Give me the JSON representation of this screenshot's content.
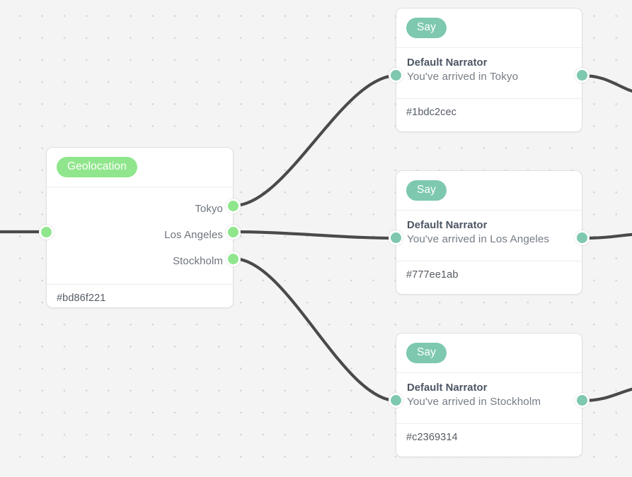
{
  "canvas": {
    "label": "flow-editor-canvas",
    "background_color": "#f4f4f4",
    "grid_dot_color": "#d2d2d2",
    "edge_color": "#4a4a4a"
  },
  "palette": {
    "geolocation_green": "#90e68c",
    "say_teal": "#7ec8b0",
    "node_background": "#ffffff",
    "node_border": "#e0e0e0",
    "label_gray": "#6e757e",
    "narrator_gray": "#4c5563",
    "id_gray": "#555b63"
  },
  "nodes": [
    {
      "id": "geolocation",
      "type": "Geolocation",
      "badge_label": "Geolocation",
      "node_id": "#bd86f221",
      "outputs": [
        {
          "label": "Tokyo"
        },
        {
          "label": "Los Angeles"
        },
        {
          "label": "Stockholm"
        }
      ]
    },
    {
      "id": "say-tokyo",
      "type": "Say",
      "badge_label": "Say",
      "narrator": "Default Narrator",
      "utterance": "You've arrived in Tokyo",
      "node_id": "#1bdc2cec"
    },
    {
      "id": "say-los-angeles",
      "type": "Say",
      "badge_label": "Say",
      "narrator": "Default Narrator",
      "utterance": "You've arrived in Los Angeles",
      "node_id": "#777ee1ab"
    },
    {
      "id": "say-stockholm",
      "type": "Say",
      "badge_label": "Say",
      "narrator": "Default Narrator",
      "utterance": "You've arrived in Stockholm",
      "node_id": "#c2369314"
    }
  ],
  "edges": [
    {
      "from": "geolocation.Tokyo",
      "to": "say-tokyo.input"
    },
    {
      "from": "geolocation.Los Angeles",
      "to": "say-los-angeles.input"
    },
    {
      "from": "geolocation.Stockholm",
      "to": "say-stockholm.input"
    },
    {
      "from": "offscreen-left",
      "to": "geolocation.input"
    },
    {
      "from": "say-tokyo.output",
      "to": "offscreen-right"
    },
    {
      "from": "say-los-angeles.output",
      "to": "offscreen-right"
    },
    {
      "from": "say-stockholm.output",
      "to": "offscreen-right"
    }
  ]
}
